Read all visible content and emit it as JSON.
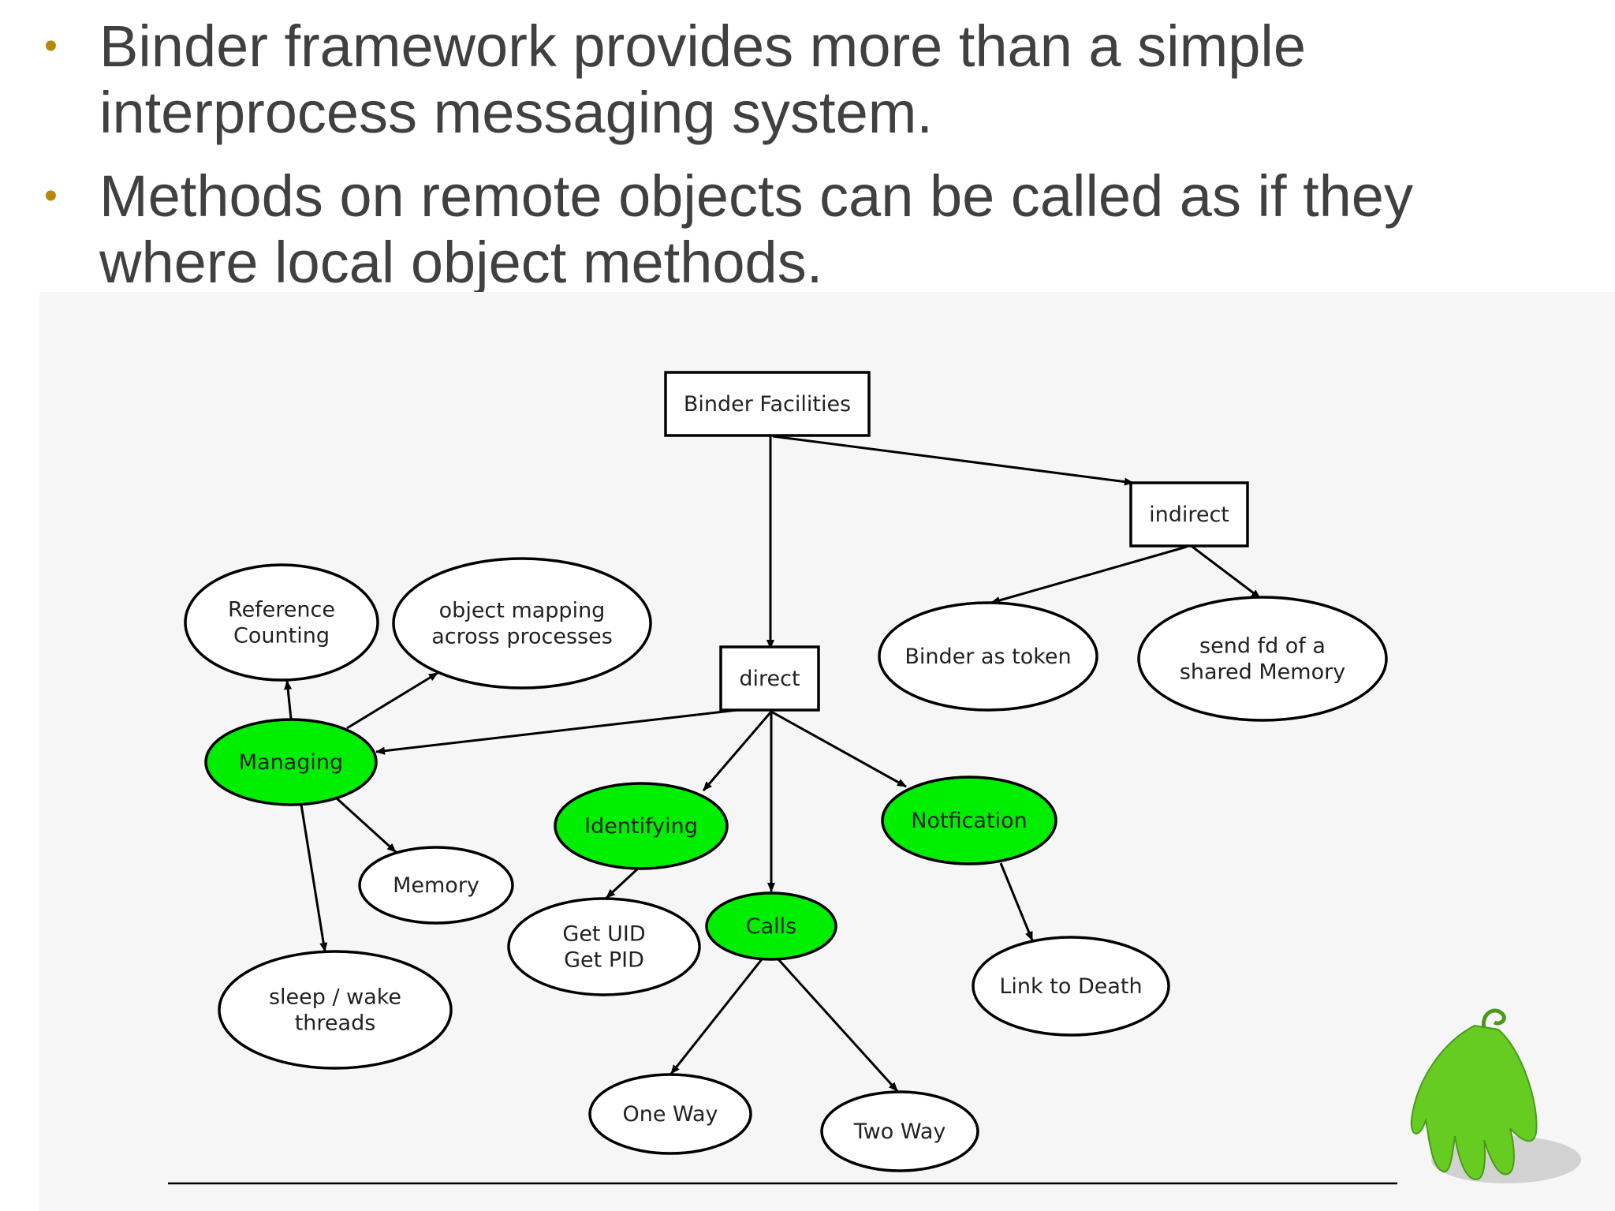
{
  "bullets": [
    {
      "text_line1": "Binder framework provides more than a simple",
      "text_line2": "interprocess messaging system."
    },
    {
      "text_line1": "Methods on remote objects can be called as if they",
      "text_line2": "where local object methods."
    }
  ],
  "colors": {
    "bullet": "#b8860b",
    "text": "#404040",
    "node_highlight": "#00ee00",
    "node_default": "#ffffff",
    "mascot": "#66cc22"
  },
  "diagram": {
    "nodes": [
      {
        "id": "facilities",
        "shape": "box",
        "highlight": false,
        "lines": [
          "Binder Facilities"
        ]
      },
      {
        "id": "indirect",
        "shape": "box",
        "highlight": false,
        "lines": [
          "indirect"
        ]
      },
      {
        "id": "direct",
        "shape": "box",
        "highlight": false,
        "lines": [
          "direct"
        ]
      },
      {
        "id": "token",
        "shape": "ellipse",
        "highlight": false,
        "lines": [
          "Binder as token"
        ]
      },
      {
        "id": "sendfd",
        "shape": "ellipse",
        "highlight": false,
        "lines": [
          "send fd of a",
          "shared Memory"
        ]
      },
      {
        "id": "refcount",
        "shape": "ellipse",
        "highlight": false,
        "lines": [
          "Reference",
          "Counting"
        ]
      },
      {
        "id": "objmap",
        "shape": "ellipse",
        "highlight": false,
        "lines": [
          "object mapping",
          "across processes"
        ]
      },
      {
        "id": "managing",
        "shape": "ellipse",
        "highlight": true,
        "lines": [
          "Managing"
        ]
      },
      {
        "id": "identifying",
        "shape": "ellipse",
        "highlight": true,
        "lines": [
          "Identifying"
        ]
      },
      {
        "id": "notification",
        "shape": "ellipse",
        "highlight": true,
        "lines": [
          "Notfication"
        ]
      },
      {
        "id": "memory",
        "shape": "ellipse",
        "highlight": false,
        "lines": [
          "Memory"
        ]
      },
      {
        "id": "getuid",
        "shape": "ellipse",
        "highlight": false,
        "lines": [
          "Get UID",
          "Get PID"
        ]
      },
      {
        "id": "calls",
        "shape": "ellipse",
        "highlight": true,
        "lines": [
          "Calls"
        ]
      },
      {
        "id": "sleepwake",
        "shape": "ellipse",
        "highlight": false,
        "lines": [
          "sleep / wake",
          "threads"
        ]
      },
      {
        "id": "linkdeath",
        "shape": "ellipse",
        "highlight": false,
        "lines": [
          "Link to Death"
        ]
      },
      {
        "id": "oneway",
        "shape": "ellipse",
        "highlight": false,
        "lines": [
          "One Way"
        ]
      },
      {
        "id": "twoway",
        "shape": "ellipse",
        "highlight": false,
        "lines": [
          "Two Way"
        ]
      }
    ],
    "edges": [
      {
        "from": "facilities",
        "to": "direct"
      },
      {
        "from": "facilities",
        "to": "indirect"
      },
      {
        "from": "indirect",
        "to": "token"
      },
      {
        "from": "indirect",
        "to": "sendfd"
      },
      {
        "from": "direct",
        "to": "managing"
      },
      {
        "from": "direct",
        "to": "identifying"
      },
      {
        "from": "direct",
        "to": "calls"
      },
      {
        "from": "direct",
        "to": "notification"
      },
      {
        "from": "managing",
        "to": "refcount"
      },
      {
        "from": "managing",
        "to": "objmap"
      },
      {
        "from": "managing",
        "to": "memory"
      },
      {
        "from": "managing",
        "to": "sleepwake"
      },
      {
        "from": "identifying",
        "to": "getuid"
      },
      {
        "from": "calls",
        "to": "oneway"
      },
      {
        "from": "calls",
        "to": "twoway"
      },
      {
        "from": "notification",
        "to": "linkdeath"
      }
    ]
  },
  "mascot_icon": "green-android-mascot-icon"
}
